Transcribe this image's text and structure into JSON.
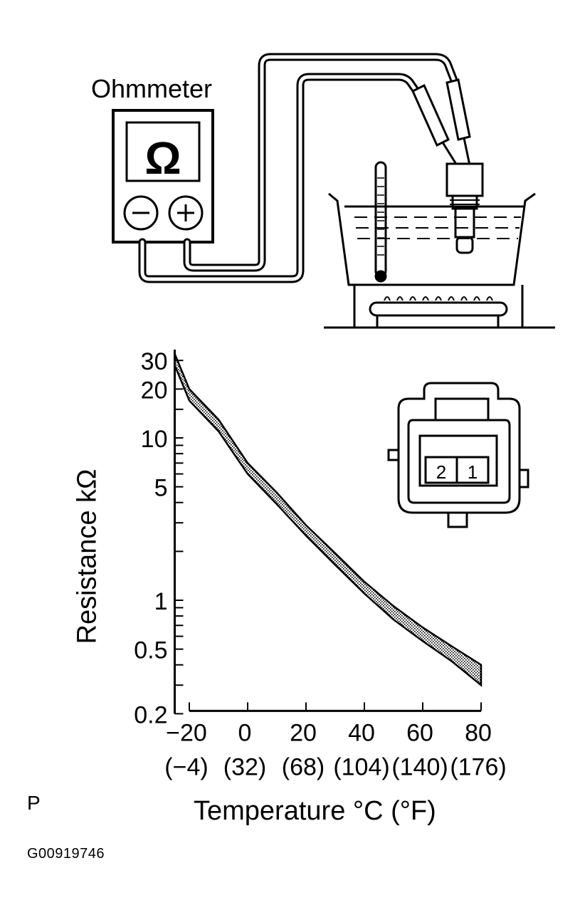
{
  "instrument": {
    "label": "Ohmmeter",
    "display_symbol": "Ω",
    "minus_symbol": "−",
    "plus_symbol": "+"
  },
  "connector": {
    "terminals": [
      "2",
      "1"
    ]
  },
  "corner_letter": "P",
  "figure_code": "G00919746",
  "chart_data": {
    "type": "area",
    "title": "",
    "ylabel": "Resistance kΩ",
    "xlabel": "Temperature °C (°F)",
    "y_scale": "log",
    "ylim": [
      0.2,
      35
    ],
    "xlim": [
      -25,
      80
    ],
    "y_ticks": [
      {
        "value": 30,
        "label": "30"
      },
      {
        "value": 20,
        "label": "20"
      },
      {
        "value": 10,
        "label": "10"
      },
      {
        "value": 5,
        "label": "5"
      },
      {
        "value": 1,
        "label": "1"
      },
      {
        "value": 0.5,
        "label": "0.5"
      },
      {
        "value": 0.2,
        "label": "0.2"
      }
    ],
    "x_ticks": [
      {
        "value": -20,
        "label": "−20",
        "label_f": "(−4)"
      },
      {
        "value": 0,
        "label": "0",
        "label_f": "(32)"
      },
      {
        "value": 20,
        "label": "20",
        "label_f": "(68)"
      },
      {
        "value": 40,
        "label": "40",
        "label_f": "(104)"
      },
      {
        "value": 60,
        "label": "60",
        "label_f": "(140)"
      },
      {
        "value": 80,
        "label": "80",
        "label_f": "(176)"
      }
    ],
    "series": [
      {
        "x": [
          -25,
          -20,
          -10,
          0,
          10,
          20,
          30,
          40,
          50,
          60,
          70,
          80
        ],
        "upper": [
          33,
          20,
          13,
          7.0,
          4.6,
          2.9,
          1.95,
          1.3,
          0.92,
          0.68,
          0.52,
          0.4
        ],
        "lower": [
          28,
          17,
          11,
          6.0,
          3.9,
          2.5,
          1.65,
          1.1,
          0.76,
          0.56,
          0.42,
          0.3
        ]
      }
    ]
  }
}
